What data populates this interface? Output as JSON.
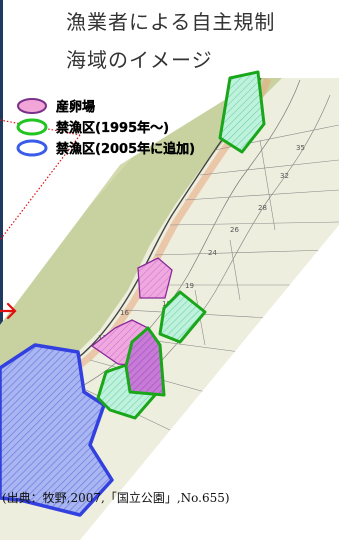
{
  "title_line1": "漁業者による自主規制",
  "title_line2": "海域のイメージ",
  "legend": [
    {
      "label": "産卵場",
      "swatch": "pink-filled-ellipse",
      "color": "#f2a6d8",
      "stroke": "#7a2f8a"
    },
    {
      "label": "禁漁区(1995年～)",
      "swatch": "green-outline-ellipse",
      "color": "#22c422"
    },
    {
      "label": "禁漁区(2005年に追加)",
      "swatch": "blue-outline-ellipse",
      "color": "#3a5ce8"
    }
  ],
  "source": "(出典：牧野,2007,「国立公園」,No.655)",
  "colors": {
    "spawning": "#e07ad0",
    "no_fishing_1995": "#1aa61a",
    "no_fishing_2005": "#3340e0",
    "arrow": "#e01010"
  }
}
